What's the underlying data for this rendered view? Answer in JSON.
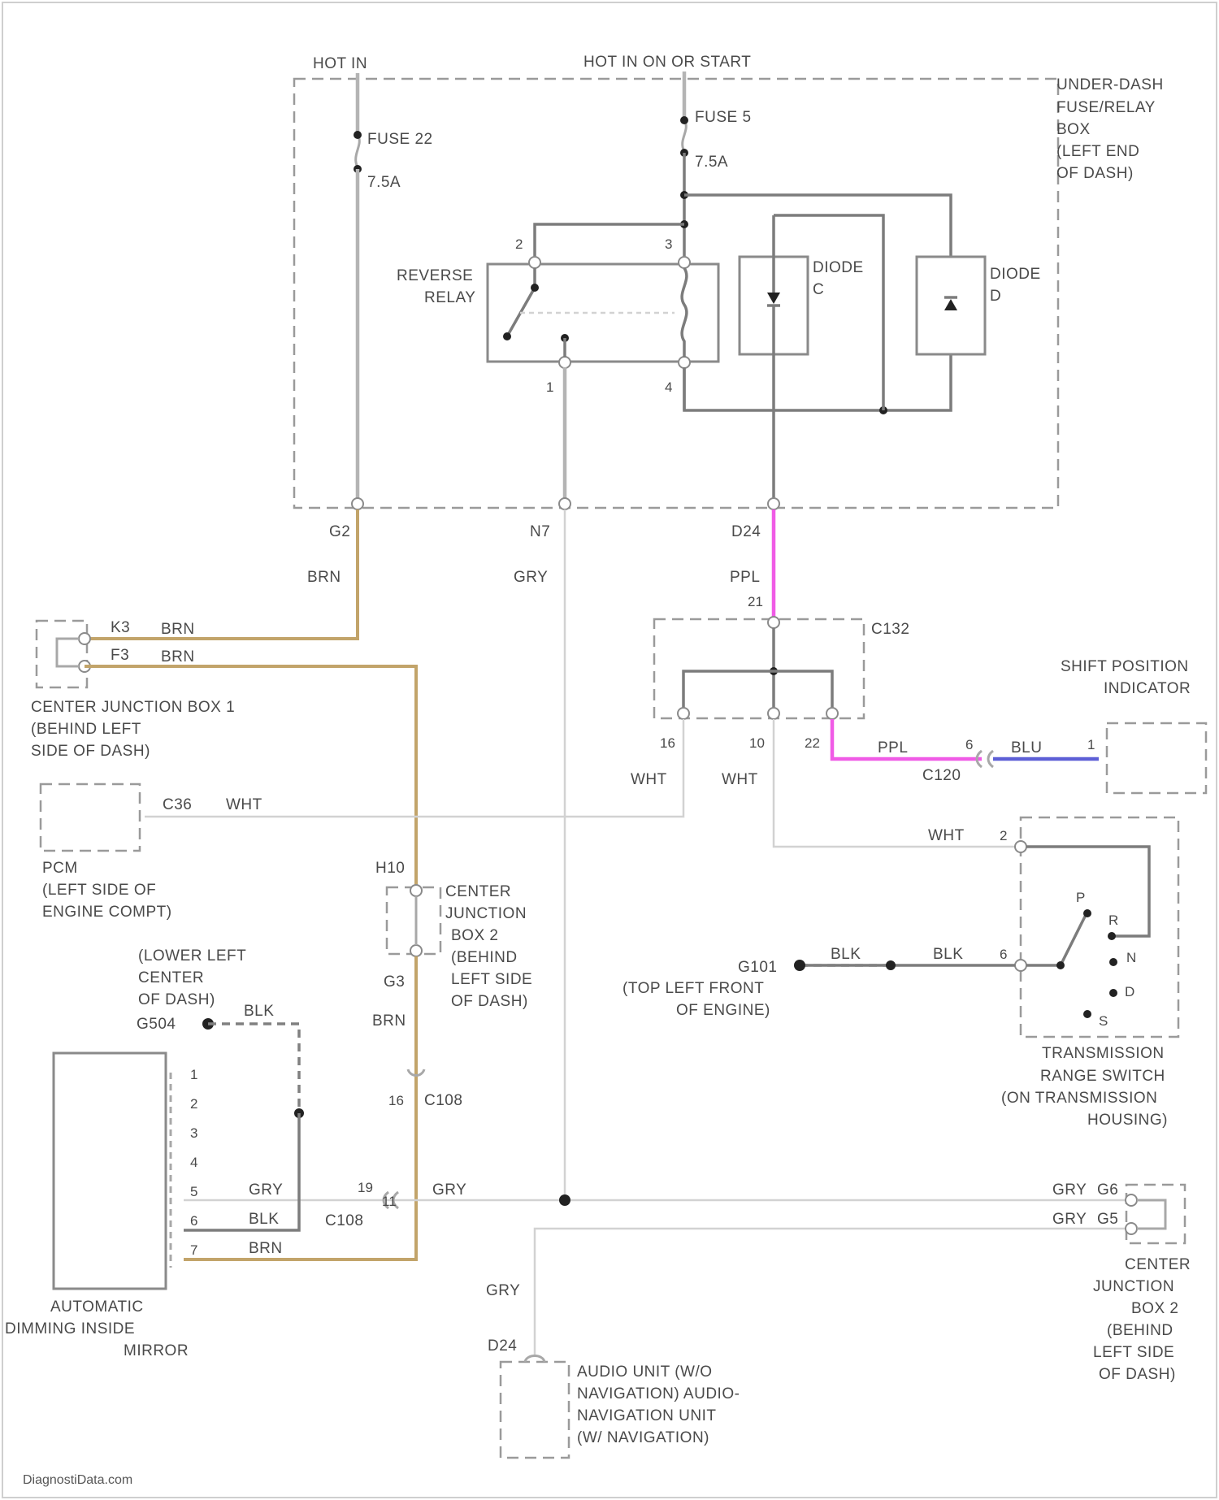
{
  "power": {
    "hot_in": "HOT IN",
    "hot_in_on_start": "HOT IN ON OR START"
  },
  "fusebox": {
    "title_lines": [
      "UNDER-DASH",
      "FUSE/RELAY",
      "BOX",
      "(LEFT END",
      "OF DASH)"
    ],
    "fuse_a": {
      "name": "FUSE 22",
      "rating": "7.5A"
    },
    "fuse_b": {
      "name": "FUSE 5",
      "rating": "7.5A"
    },
    "relay_lines": [
      "REVERSE",
      "RELAY"
    ],
    "relay_pins": {
      "p1": "1",
      "p2": "2",
      "p3": "3",
      "p4": "4"
    },
    "diode_c_lines": [
      "DIODE",
      "C"
    ],
    "diode_d_lines": [
      "DIODE",
      "D"
    ],
    "out_g2": "G2",
    "out_n7": "N7",
    "out_d24": "D24"
  },
  "wires": {
    "brn_main": "BRN",
    "gry_main": "GRY",
    "ppl_main": "PPL",
    "d24_pin": "21",
    "wht_a": "WHT",
    "wht_b": "WHT",
    "wht_pcm": "WHT",
    "wht_trs": "WHT",
    "ppl_shift": "PPL",
    "blu_shift": "BLU",
    "blk_g101": "BLK",
    "blk_trs": "BLK",
    "brn_cjb2": "BRN",
    "gry_bus": "GRY",
    "gry_audio": "GRY",
    "gry_cjb2_a": "GRY",
    "gry_cjb2_b": "GRY",
    "blk_g504": "BLK"
  },
  "cjb1": {
    "pin_k3": "K3",
    "pin_f3": "F3",
    "wire_k3": "BRN",
    "wire_f3": "BRN",
    "lines": [
      "CENTER JUNCTION BOX 1",
      "(BEHIND LEFT",
      "SIDE OF DASH)"
    ]
  },
  "c132": {
    "name": "C132",
    "pin_16": "16",
    "pin_10": "10",
    "pin_22": "22"
  },
  "c120": {
    "name": "C120",
    "pin": "6"
  },
  "shift_indicator": {
    "lines": [
      "SHIFT POSITION",
      "INDICATOR"
    ],
    "pin": "1"
  },
  "pcm": {
    "pin": "C36",
    "lines": [
      "PCM",
      "(LEFT SIDE OF",
      "ENGINE COMPT)"
    ]
  },
  "cjb2_mid": {
    "pin_top": "H10",
    "pin_bot": "G3",
    "lines": [
      "CENTER",
      "JUNCTION",
      "BOX 2",
      "(BEHIND",
      "LEFT SIDE",
      "OF DASH)"
    ]
  },
  "trs": {
    "pin_top": "2",
    "pin_left": "6",
    "positions": [
      "P",
      "R",
      "N",
      "D",
      "S"
    ],
    "lines": [
      "TRANSMISSION",
      "RANGE SWITCH",
      "(ON TRANSMISSION",
      "HOUSING)"
    ]
  },
  "g101": {
    "name": "G101",
    "lines": [
      "(TOP LEFT FRONT",
      "OF ENGINE)"
    ]
  },
  "g504": {
    "name": "G504",
    "lines": [
      "(LOWER LEFT",
      "CENTER",
      "OF DASH)"
    ]
  },
  "c108": {
    "name_a": "C108",
    "name_b": "C108",
    "pin_16": "16",
    "pin_19": "19",
    "pin_11": "11"
  },
  "mirror": {
    "pins": [
      "1",
      "2",
      "3",
      "4",
      "5",
      "6",
      "7"
    ],
    "wire_5": "GRY",
    "wire_6": "BLK",
    "wire_7": "BRN",
    "lines": [
      "AUTOMATIC",
      "DIMMING INSIDE",
      "MIRROR"
    ]
  },
  "cjb2_right": {
    "pin_g6": "G6",
    "pin_g5": "G5",
    "lines": [
      "CENTER",
      "JUNCTION",
      "BOX 2",
      "(BEHIND",
      "LEFT SIDE",
      "OF DASH)"
    ]
  },
  "audio": {
    "pin": "D24",
    "lines": [
      "AUDIO UNIT (W/O",
      "NAVIGATION) AUDIO-",
      "NAVIGATION UNIT",
      "(W/ NAVIGATION)"
    ]
  },
  "watermark": "DiagnostiData.com"
}
